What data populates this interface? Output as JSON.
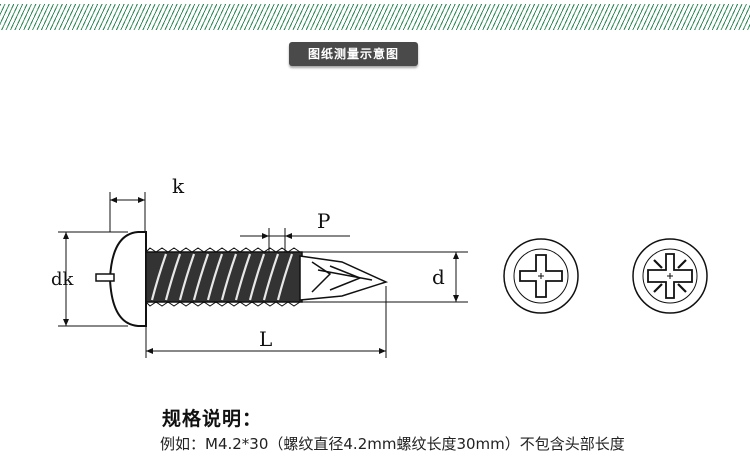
{
  "header": {
    "title": "图纸测量示意图"
  },
  "diagram": {
    "labels": {
      "k": "k",
      "p": "P",
      "dk": "dk",
      "d": "d",
      "l": "L"
    }
  },
  "spec": {
    "heading": "规格说明：",
    "example": "例如：M4.2*30（螺纹直径4.2mm螺纹长度30mm）不包含头部长度"
  },
  "colors": {
    "hatch": "#2e8b57",
    "badge": "#4a4a4a"
  }
}
